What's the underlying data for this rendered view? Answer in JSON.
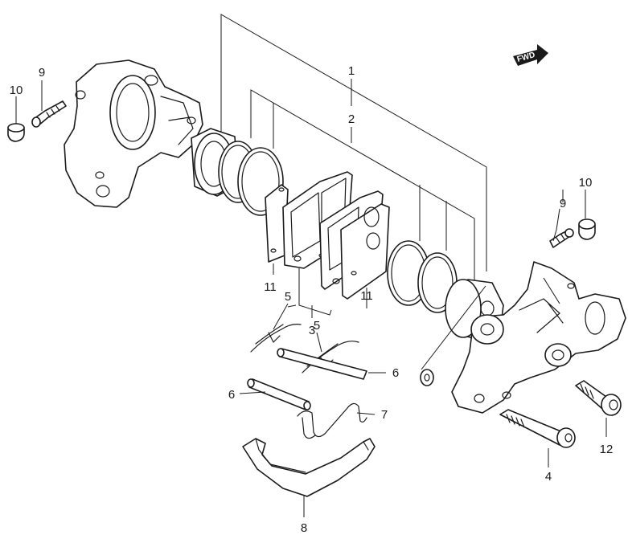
{
  "fwd_badge": {
    "label": "FWD"
  },
  "callouts": [
    {
      "id": "c-1",
      "text": "1"
    },
    {
      "id": "c-2",
      "text": "2"
    },
    {
      "id": "c-3",
      "text": "3"
    },
    {
      "id": "c-4",
      "text": "4"
    },
    {
      "id": "c-5a",
      "text": "5"
    },
    {
      "id": "c-5b",
      "text": "5"
    },
    {
      "id": "c-6a",
      "text": "6"
    },
    {
      "id": "c-6b",
      "text": "6"
    },
    {
      "id": "c-7",
      "text": "7"
    },
    {
      "id": "c-8",
      "text": "8"
    },
    {
      "id": "c-9a",
      "text": "9"
    },
    {
      "id": "c-9b",
      "text": "9"
    },
    {
      "id": "c-10a",
      "text": "10"
    },
    {
      "id": "c-10b",
      "text": "10"
    },
    {
      "id": "c-11a",
      "text": "11"
    },
    {
      "id": "c-11b",
      "text": "11"
    },
    {
      "id": "c-12",
      "text": "12"
    }
  ]
}
